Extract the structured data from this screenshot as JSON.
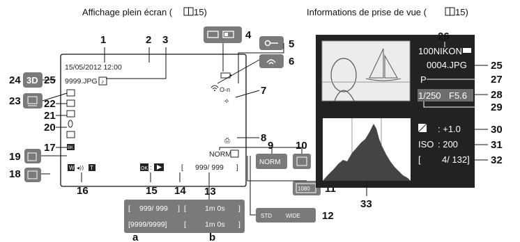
{
  "headings": {
    "left": "Affichage plein écran (",
    "left_ref": "15)",
    "right": "Informations de prise de vue (",
    "right_ref": "15)"
  },
  "screen": {
    "datetime": "15/05/2012  12:00",
    "filename": "9999.JPG",
    "frame_counter": "999/ 999",
    "quality_label": "NORM"
  },
  "callouts": [
    "1",
    "2",
    "3",
    "4",
    "5",
    "6",
    "7",
    "8",
    "9",
    "10",
    "11",
    "12",
    "13",
    "14",
    "15",
    "16",
    "17",
    "18",
    "19",
    "20",
    "21",
    "22",
    "23",
    "24",
    "25",
    "26",
    "27",
    "28",
    "29",
    "30",
    "31",
    "32",
    "33"
  ],
  "sub_labels": {
    "a": "a",
    "b": "b"
  },
  "counter_box": {
    "row1_left": "999/ 999",
    "row1_right": "1m 0s",
    "row2_left": "[9999/9999]",
    "row2_right": "1m 0s"
  },
  "icons": {
    "quality_norm": "NORM",
    "three_d": "3D",
    "black_key": "BK",
    "ok": "OK",
    "zoom_w": "W",
    "zoom_t": "T",
    "movie": "1080",
    "std": "STD",
    "wide": "WIDE"
  },
  "info": {
    "folder": "100NIKON",
    "file": "0004.JPG",
    "mode": "P",
    "shutter": "1/250",
    "aperture": "F5.6",
    "exposure": ": +1.0",
    "iso_label": "ISO",
    "iso_value": ": 200",
    "frames": "4/ 132]"
  }
}
